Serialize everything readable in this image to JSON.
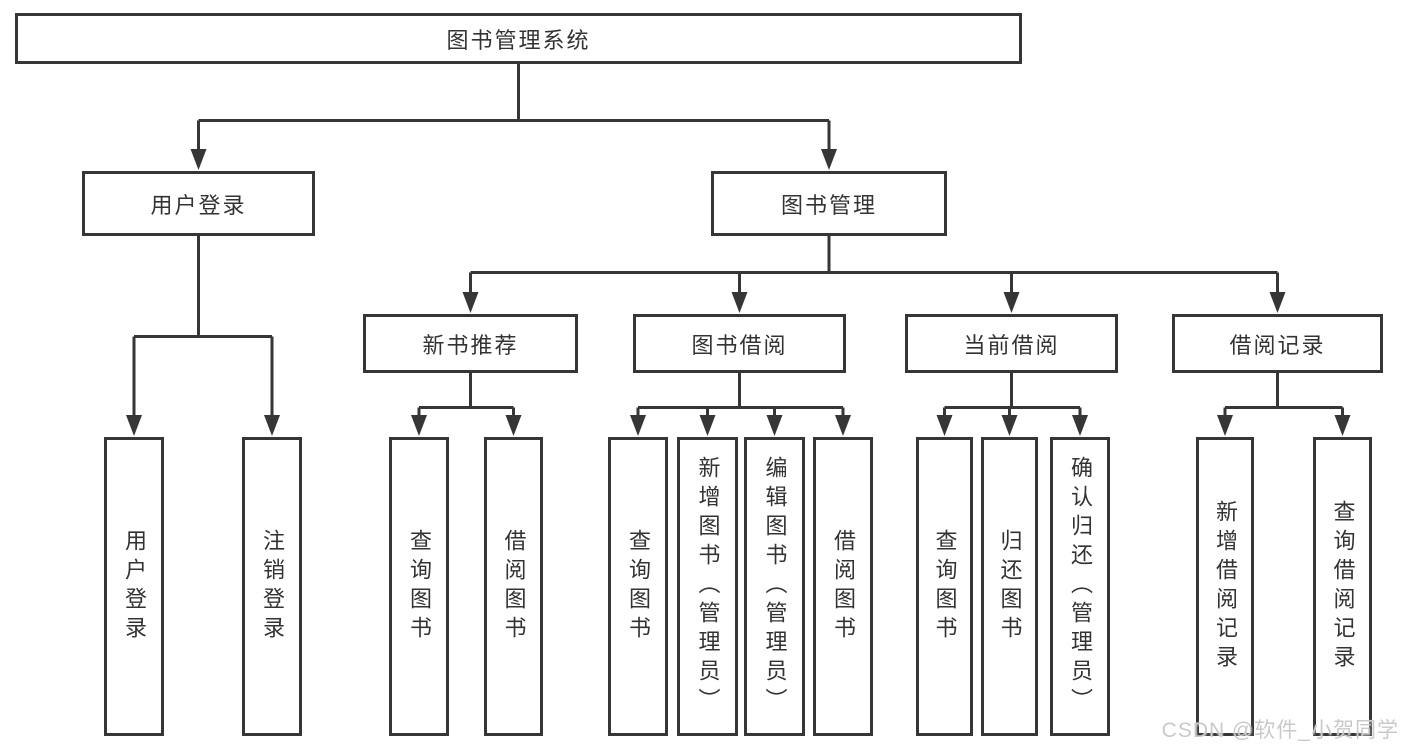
{
  "diagram": {
    "root": {
      "label": "图书管理系统"
    },
    "branches": [
      {
        "label": "用户登录",
        "children": [
          {
            "label": "用户登录"
          },
          {
            "label": "注销登录"
          }
        ]
      },
      {
        "label": "图书管理",
        "children": [
          {
            "label": "新书推荐",
            "children": [
              {
                "label": "查询图书"
              },
              {
                "label": "借阅图书"
              }
            ]
          },
          {
            "label": "图书借阅",
            "children": [
              {
                "label": "查询图书"
              },
              {
                "label": "新增图书（管理员）"
              },
              {
                "label": "编辑图书（管理员）"
              },
              {
                "label": "借阅图书"
              }
            ]
          },
          {
            "label": "当前借阅",
            "children": [
              {
                "label": "查询图书"
              },
              {
                "label": "归还图书"
              },
              {
                "label": "确认归还（管理员）"
              }
            ]
          },
          {
            "label": "借阅记录",
            "children": [
              {
                "label": "新增借阅记录"
              },
              {
                "label": "查询借阅记录"
              }
            ]
          }
        ]
      }
    ]
  },
  "watermark": {
    "text": "CSDN @软件_小贺同学"
  },
  "colors": {
    "line": "#363636",
    "text": "#333333",
    "watermark": "#c9c9c9"
  }
}
